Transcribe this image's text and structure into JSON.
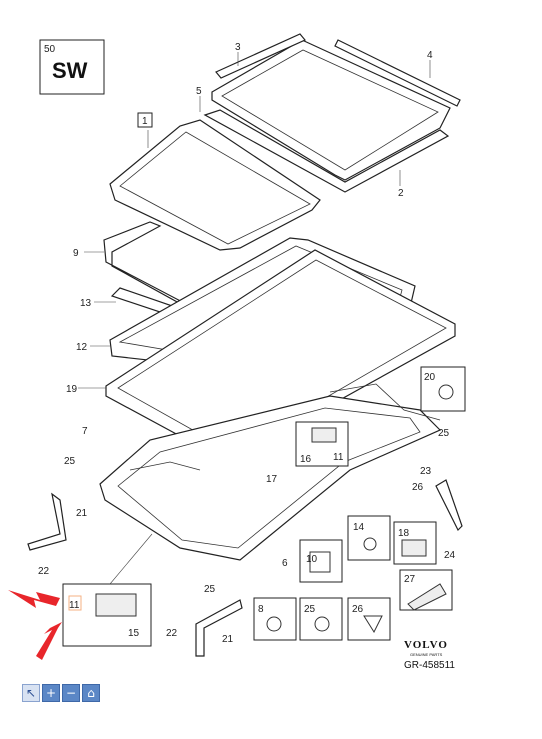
{
  "header": {
    "code": "50",
    "title": "SW"
  },
  "callouts": {
    "c1": "1",
    "c2": "2",
    "c3": "3",
    "c4": "4",
    "c5": "5",
    "c6": "6",
    "c7": "7",
    "c9": "9",
    "c10": "10",
    "c11a": "11",
    "c11b": "11",
    "c12": "12",
    "c13": "13",
    "c14": "14",
    "c15": "15",
    "c16": "16",
    "c17": "17",
    "c18": "18",
    "c19": "19",
    "c20": "20",
    "c21a": "21",
    "c21b": "21",
    "c22a": "22",
    "c22b": "22",
    "c23": "23",
    "c24": "24",
    "c25a": "25",
    "c25b": "25",
    "c25c": "25",
    "c25d": "25",
    "c26a": "26",
    "c26b": "26",
    "c27": "27",
    "c8": "8"
  },
  "brand": {
    "name": "VOLVO",
    "sub": "GENUINE PARTS",
    "ref": "GR-458511"
  },
  "toolbar": {
    "items": [
      "select",
      "zoom-in",
      "zoom-out",
      "home"
    ]
  },
  "colors": {
    "arrow": "#e8262b",
    "toolbar": "#5b87c6",
    "highlight": "#f4b183"
  }
}
